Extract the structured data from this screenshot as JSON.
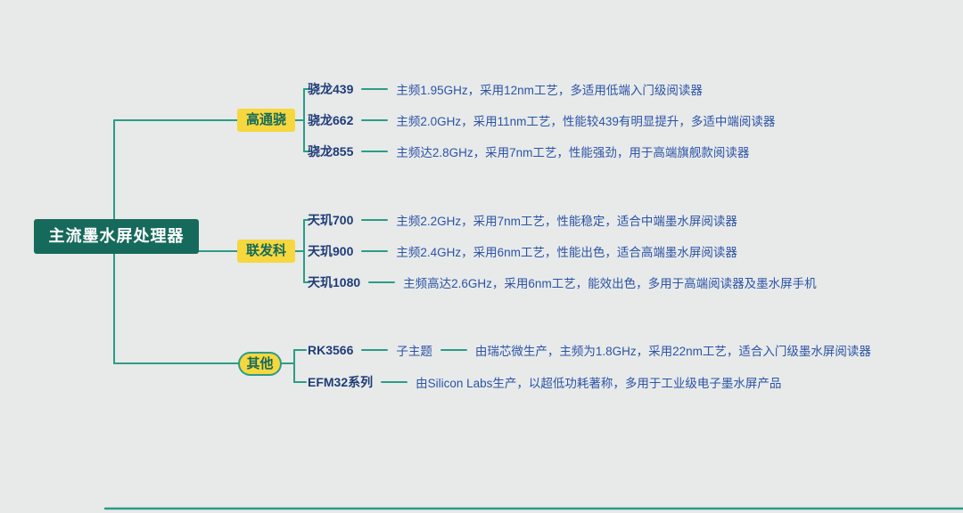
{
  "root": {
    "label": "主流墨水屏处理器"
  },
  "branches": [
    {
      "label": "高通骁",
      "children": [
        {
          "label": "骁龙439",
          "desc": "主频1.95GHz，采用12nm工艺，多适用低端入门级阅读器"
        },
        {
          "label": "骁龙662",
          "desc": "主频2.0GHz，采用11nm工艺，性能较439有明显提升，多适中端阅读器"
        },
        {
          "label": "骁龙855",
          "desc": "主频达2.8GHz，采用7nm工艺，性能强劲，用于高端旗舰款阅读器"
        }
      ]
    },
    {
      "label": "联发科",
      "children": [
        {
          "label": "天玑700",
          "desc": "主频2.2GHz，采用7nm工艺，性能稳定，适合中端墨水屏阅读器"
        },
        {
          "label": "天玑900",
          "desc": "主频2.4GHz，采用6nm工艺，性能出色，适合高端墨水屏阅读器"
        },
        {
          "label": "天玑1080",
          "desc": "主频高达2.6GHz，采用6nm工艺，能效出色，多用于高端阅读器及墨水屏手机"
        }
      ]
    },
    {
      "label": "其他",
      "children": [
        {
          "label": "RK3566",
          "mid": "子主题",
          "desc": "由瑞芯微生产，主频为1.8GHz，采用22nm工艺，适合入门级墨水屏阅读器"
        },
        {
          "label": "EFM32系列",
          "desc": "由Silicon Labs生产，以超低功耗著称，多用于工业级电子墨水屏产品"
        }
      ]
    }
  ],
  "colors": {
    "page-bg": "#e7eae9",
    "connector": "#2b9c87",
    "root-bg": "#166a5b",
    "root-text": "#ffffff",
    "branch-bg": "#f6d73e",
    "branch-text": "#166a5b",
    "leaf-text": "#1f3c78",
    "desc-text": "#2d53a6"
  }
}
